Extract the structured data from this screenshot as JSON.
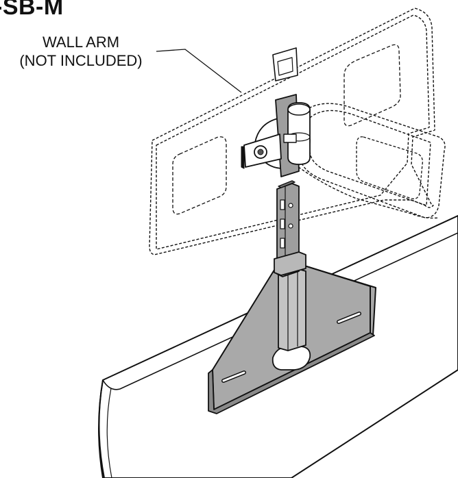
{
  "title": "-SB-M",
  "callout": {
    "line1": "WALL ARM",
    "line2": "(NOT INCLUDED)"
  },
  "colors": {
    "ink": "#111111",
    "bracket_fill": "#a9a9a9",
    "bracket_dark": "#8a8a8a",
    "soundbar_fill": "#ffffff"
  }
}
